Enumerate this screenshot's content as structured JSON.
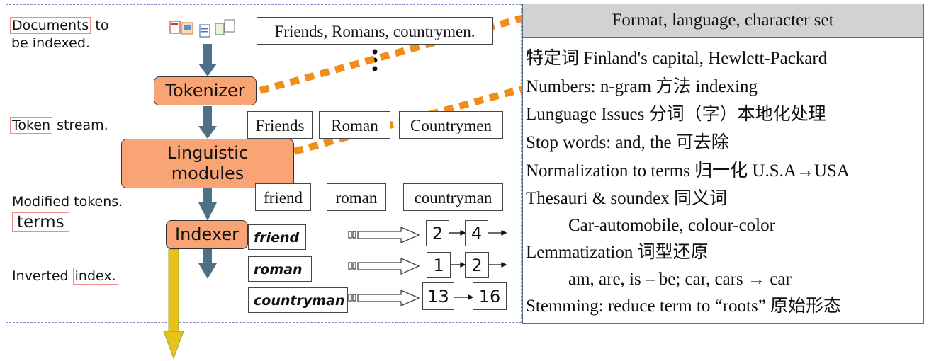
{
  "left_labels": {
    "documents_hl": "Documents",
    "documents_rest": " to",
    "documents_line2": "be indexed.",
    "token_hl": "Token",
    "token_rest": " stream.",
    "modified": "Modified tokens.",
    "terms": "terms",
    "inverted_pre": "Inverted ",
    "index_hl": "index."
  },
  "stages": {
    "tokenizer": "Tokenizer",
    "linguistic_line1": "Linguistic",
    "linguistic_line2": "modules",
    "indexer": "Indexer"
  },
  "sentence": "Friends, Romans, countrymen.",
  "tokens": [
    "Friends",
    "Roman",
    "Countrymen"
  ],
  "modified_tokens": [
    "friend",
    "roman",
    "countryman"
  ],
  "index": [
    {
      "term": "friend",
      "postings": [
        "2",
        "4"
      ]
    },
    {
      "term": "roman",
      "postings": [
        "1",
        "2"
      ]
    },
    {
      "term": "countryman",
      "postings": [
        "13",
        "16"
      ]
    }
  ],
  "panel": {
    "header": "Format, language, character set",
    "lines": [
      "特定词 Finland's capital, Hewlett-Packard",
      "Numbers: n-gram 方法 indexing",
      "Lunguage Issues 分词（字）本地化处理",
      "Stop words: and, the  可去除",
      "Normalization to terms 归一化 U.S.A→USA",
      "Thesauri & soundex  同义词",
      "Car-automobile, colour-color",
      "Lemmatization 词型还原",
      "am, are, is – be; car, cars  →  car",
      "Stemming: reduce term to “roots” 原始形态"
    ]
  },
  "colors": {
    "stage_fill": "#f9a474",
    "flow_arrow": "#4d7087",
    "dotted_connector": "#f28c1a",
    "output_arrow": "#e7c21a",
    "panel_header": "#d2d2d2"
  }
}
